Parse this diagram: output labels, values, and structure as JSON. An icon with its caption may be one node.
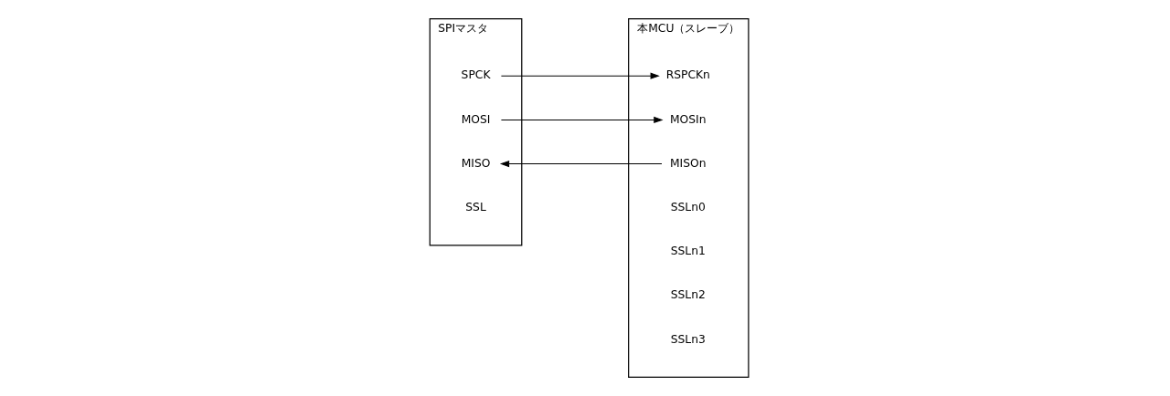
{
  "diagram": {
    "nodes": [
      {
        "text": [
          "SPIマスタ"
        ]
      },
      {
        "text": [
          "SPCK"
        ],
        "in": 0
      },
      {
        "text": [
          "MOSI"
        ],
        "in": 0
      },
      {
        "text": [
          "MISO"
        ],
        "in": 0
      },
      {
        "text": [
          "SSL"
        ],
        "in": 0
      },
      {
        "text": [
          "本MCU（スレーブ）"
        ]
      },
      {
        "text": [
          "RSPCKn"
        ],
        "in": 5
      },
      {
        "text": [
          "MOSIn"
        ],
        "in": 5
      },
      {
        "text": [
          "MISOn"
        ],
        "in": 5
      },
      {
        "text": [
          "SSLn0"
        ],
        "in": 5
      },
      {
        "text": [
          "SSLn1"
        ],
        "in": 5
      },
      {
        "text": [
          "SSLn2"
        ],
        "in": 5
      },
      {
        "text": [
          "SSLn3"
        ],
        "in": 5
      }
    ],
    "edges": [
      {
        "from": 1,
        "to": 6,
        "arrow": "to"
      },
      {
        "from": 2,
        "to": 7,
        "arrow": "to"
      },
      {
        "from": 8,
        "to": 3,
        "arrow": "to"
      }
    ]
  }
}
